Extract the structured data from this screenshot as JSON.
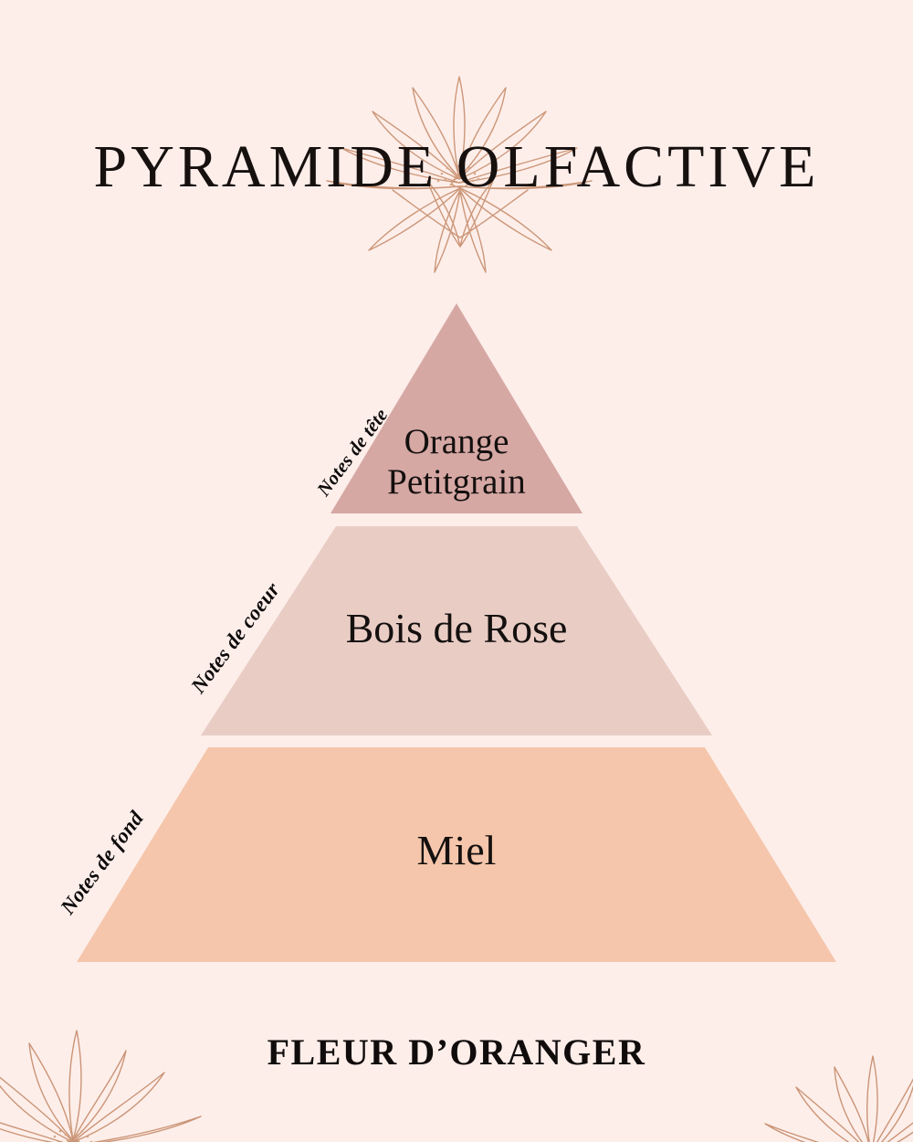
{
  "page": {
    "title": "PYRAMIDE OLFACTIVE",
    "footer_title": "FLEUR D’ORANGER",
    "background_color": "#fdeeea"
  },
  "decor": {
    "line_color": "#c89070",
    "flowers": [
      {
        "name": "lotus-flower-top",
        "position": "top-center"
      },
      {
        "name": "lotus-flower-bottom-left",
        "position": "bottom-left"
      },
      {
        "name": "lotus-flower-bottom-right",
        "position": "bottom-right"
      }
    ]
  },
  "pyramid": {
    "tiers": [
      {
        "side_label": "Notes de tête",
        "note": "Orange\nPetitgrain",
        "color": "#d6a8a4"
      },
      {
        "side_label": "Notes de coeur",
        "note": "Bois de Rose",
        "color": "#e9cdc5"
      },
      {
        "side_label": "Notes de fond",
        "note": "Miel",
        "color": "#f5c6ab"
      }
    ]
  }
}
